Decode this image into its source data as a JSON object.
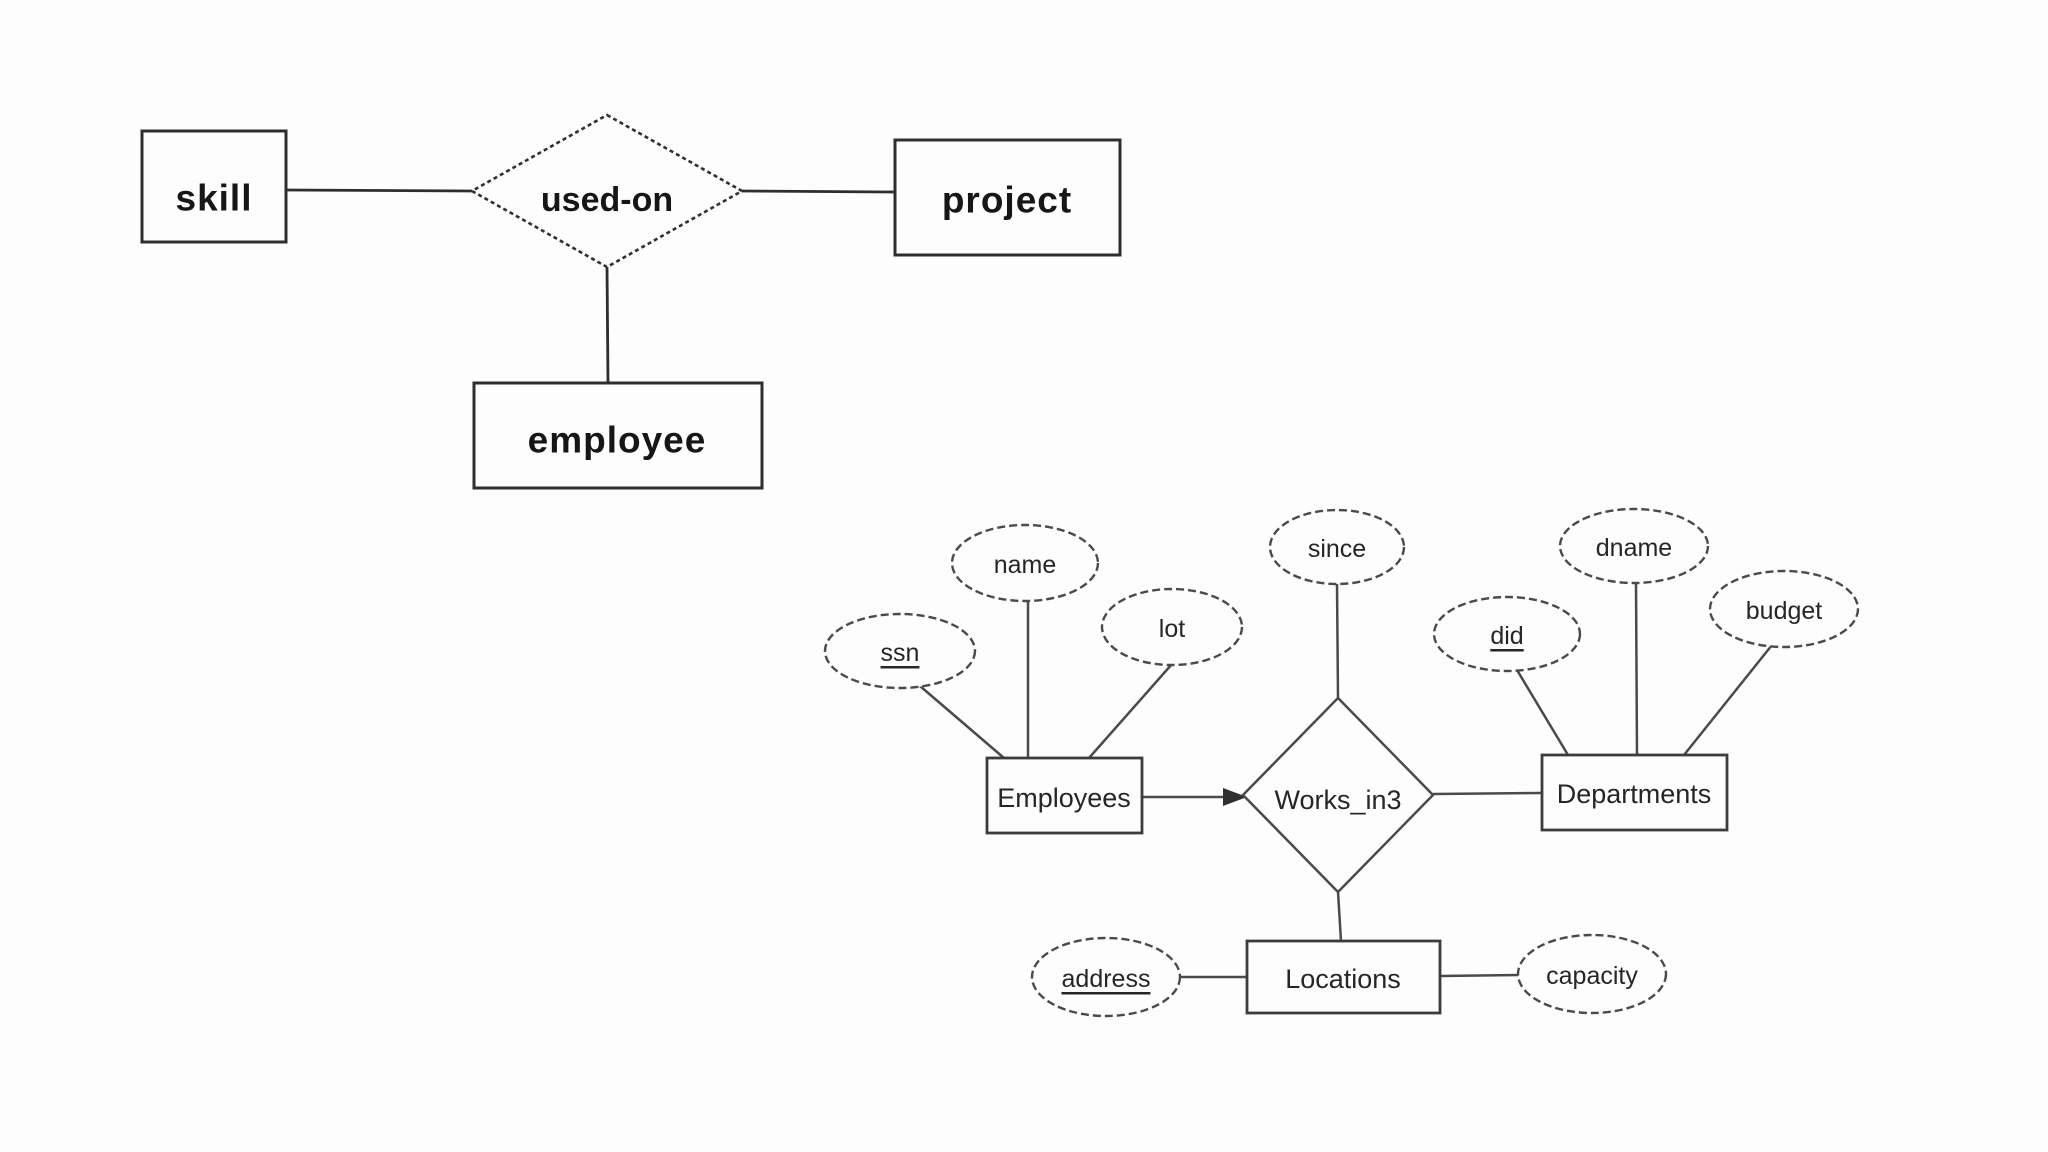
{
  "page": {
    "background": "#fdfdfd",
    "ink": "#4a4a4a"
  },
  "diagramA": {
    "description": "used-on ternary relationship diagram",
    "entities": [
      {
        "label": "skill"
      },
      {
        "label": "project"
      },
      {
        "label": "employee"
      }
    ],
    "relationship": {
      "label": "used-on"
    },
    "connections": [
      "skill - used-on",
      "used-on - project",
      "used-on - employee"
    ]
  },
  "diagramB": {
    "description": "Works_in3 ternary relationship diagram",
    "entities": [
      {
        "label": "Employees"
      },
      {
        "label": "Departments"
      },
      {
        "label": "Locations"
      }
    ],
    "relationship": {
      "label": "Works_in3"
    },
    "attributes": [
      {
        "label": "ssn",
        "key": true,
        "of": "Employees"
      },
      {
        "label": "name",
        "key": false,
        "of": "Employees"
      },
      {
        "label": "lot",
        "key": false,
        "of": "Employees"
      },
      {
        "label": "since",
        "key": false,
        "of": "Works_in3"
      },
      {
        "label": "did",
        "key": true,
        "of": "Departments"
      },
      {
        "label": "dname",
        "key": false,
        "of": "Departments"
      },
      {
        "label": "budget",
        "key": false,
        "of": "Departments"
      },
      {
        "label": "address",
        "key": true,
        "of": "Locations"
      },
      {
        "label": "capacity",
        "key": false,
        "of": "Locations"
      }
    ],
    "connections": [
      "Employees -> Works_in3 (arrow)",
      "Works_in3 - Departments",
      "Works_in3 - Locations"
    ]
  }
}
